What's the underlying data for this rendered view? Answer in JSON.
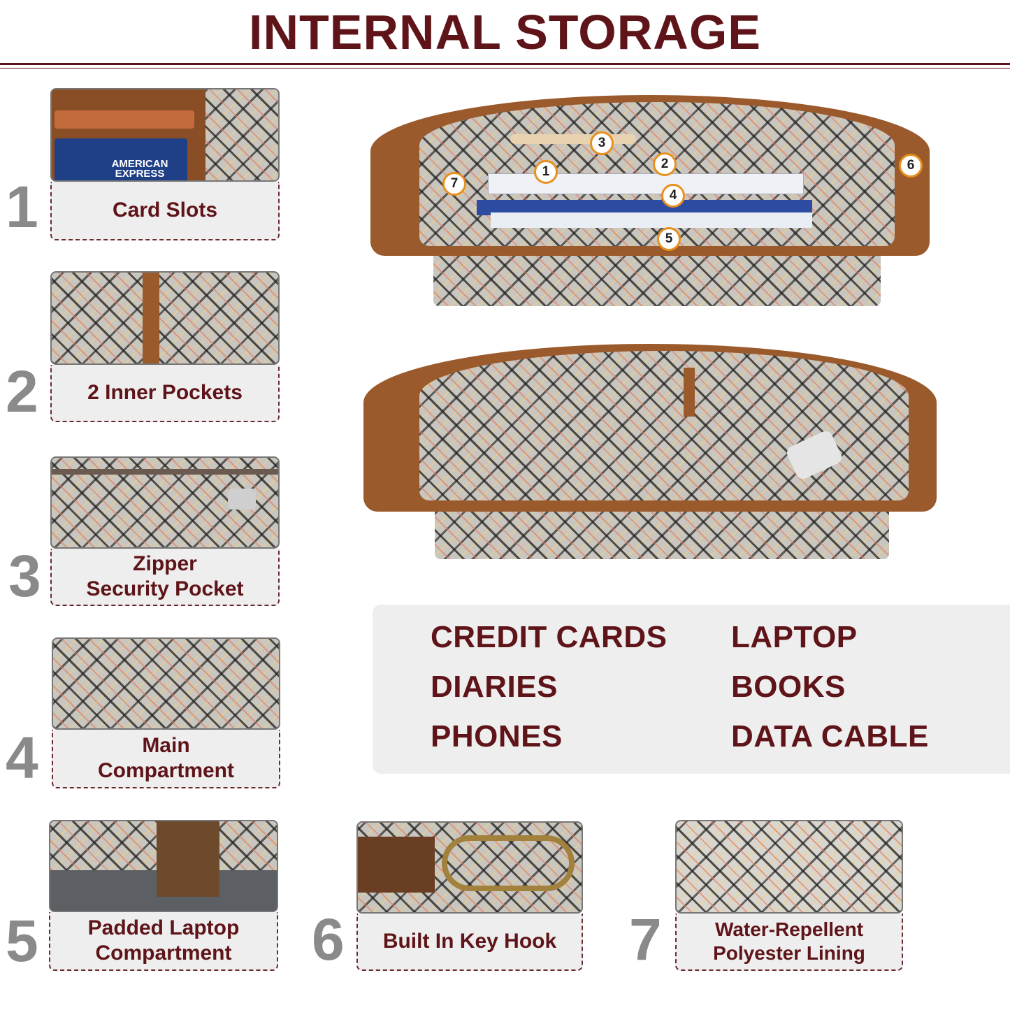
{
  "title": "INTERNAL STORAGE",
  "features": [
    {
      "number": "1",
      "label": "Card Slots",
      "image_text": "AMERICAN\nEXPRESS"
    },
    {
      "number": "2",
      "label": "2 Inner Pockets"
    },
    {
      "number": "3",
      "label": "Zipper\nSecurity Pocket"
    },
    {
      "number": "4",
      "label": "Main\nCompartment"
    },
    {
      "number": "5",
      "label": "Padded Laptop\nCompartment"
    },
    {
      "number": "6",
      "label": "Built In Key Hook"
    },
    {
      "number": "7",
      "label": "Water-Repellent\nPolyester Lining"
    }
  ],
  "bag_markers": [
    "1",
    "2",
    "3",
    "4",
    "5",
    "6",
    "7"
  ],
  "items_left": [
    "CREDIT CARDS",
    "DIARIES",
    "PHONES"
  ],
  "items_right": [
    "LAPTOP",
    "BOOKS",
    "DATA CABLE"
  ],
  "colors": {
    "accent": "#5e1418",
    "number_gray": "#8a8a8a",
    "panel_bg": "#eeeeee",
    "marker_ring": "#e8901e"
  }
}
